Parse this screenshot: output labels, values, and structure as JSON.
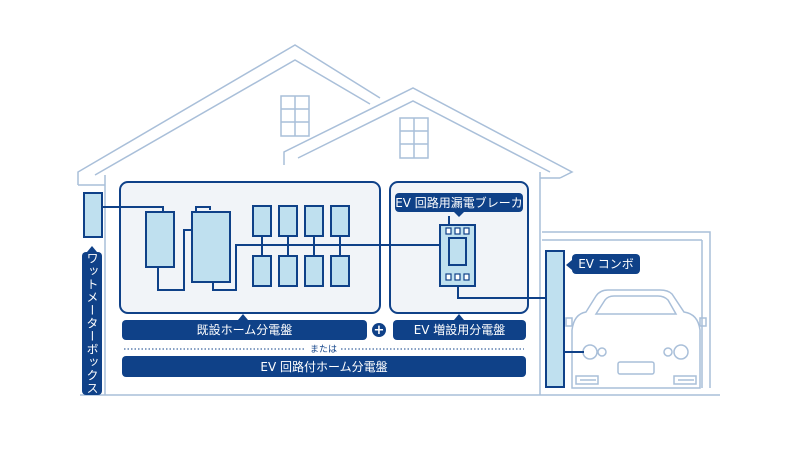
{
  "labels": {
    "watt_meter_box": "ワットメーターボックス",
    "existing_panel": "既設ホーム分電盤",
    "ev_added_panel": "EV 増設用分電盤",
    "or_text": "または",
    "ev_circuit_panel": "EV 回路付ホーム分電盤",
    "ev_breaker": "EV 回路用漏電ブレーカ",
    "ev_combo": "EV コンボ",
    "plus_symbol": "+"
  },
  "colors": {
    "outline": "#a9bfd9",
    "navy": "#0f4188",
    "device_fill": "#bfe0ef",
    "panel_fill": "#f1f4f8"
  }
}
